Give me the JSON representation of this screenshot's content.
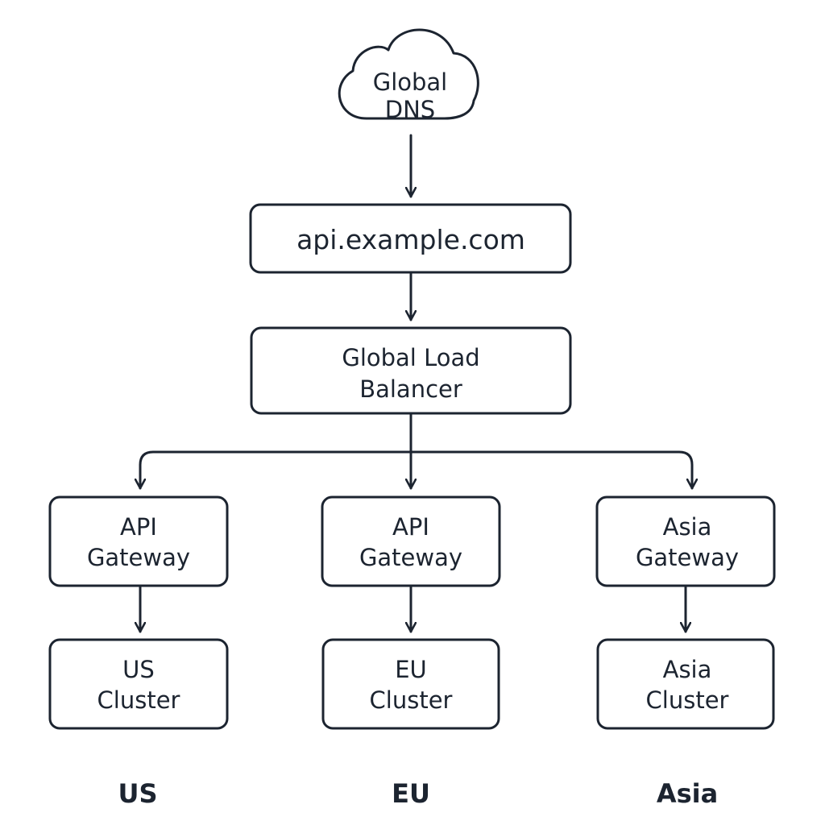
{
  "nodes": {
    "dns": {
      "line1": "Global",
      "line2": "DNS"
    },
    "domain": {
      "label": "api.example.com"
    },
    "load_balancer": {
      "line1": "Global Load",
      "line2": "Balancer"
    },
    "gateway_us": {
      "line1": "API",
      "line2": "Gateway"
    },
    "gateway_eu": {
      "line1": "API",
      "line2": "Gateway"
    },
    "gateway_asia": {
      "line1": "Asia",
      "line2": "Gateway"
    },
    "cluster_us": {
      "line1": "US",
      "line2": "Cluster"
    },
    "cluster_eu": {
      "line1": "EU",
      "line2": "Cluster"
    },
    "cluster_asia": {
      "line1": "Asia",
      "line2": "Cluster"
    }
  },
  "regions": {
    "us": "US",
    "eu": "EU",
    "asia": "Asia"
  },
  "colors": {
    "stroke": "#1c2430",
    "text": "#1c2430",
    "background": "#ffffff"
  }
}
